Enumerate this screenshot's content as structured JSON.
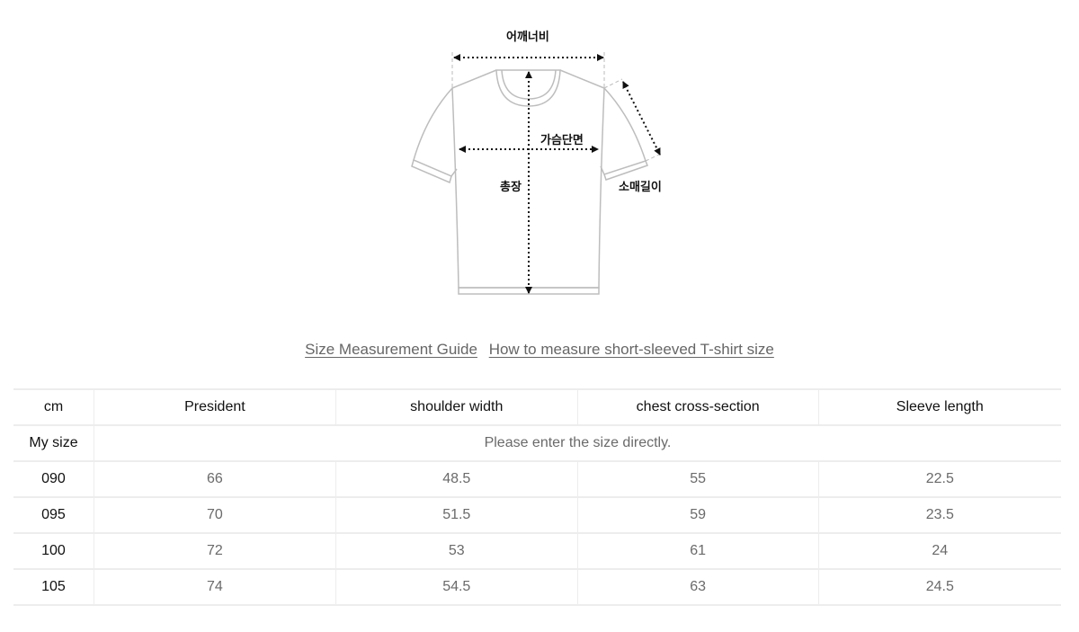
{
  "diagram": {
    "labels": {
      "shoulder_width": "어깨너비",
      "chest_cross_section": "가슴단면",
      "total_length": "총장",
      "sleeve_length": "소매길이"
    },
    "line_color": "#bdbdbd",
    "arrow_color": "#111111"
  },
  "links": {
    "guide": "Size Measurement Guide",
    "how_to": "How to measure short-sleeved T-shirt size"
  },
  "table": {
    "headers": [
      "cm",
      "President",
      "shoulder width",
      "chest cross-section",
      "Sleeve length"
    ],
    "my_size": {
      "label": "My size",
      "hint": "Please enter the size directly."
    },
    "rows": [
      {
        "size": "090",
        "values": [
          "66",
          "48.5",
          "55",
          "22.5"
        ]
      },
      {
        "size": "095",
        "values": [
          "70",
          "51.5",
          "59",
          "23.5"
        ]
      },
      {
        "size": "100",
        "values": [
          "72",
          "53",
          "61",
          "24"
        ]
      },
      {
        "size": "105",
        "values": [
          "74",
          "54.5",
          "63",
          "24.5"
        ]
      }
    ]
  }
}
